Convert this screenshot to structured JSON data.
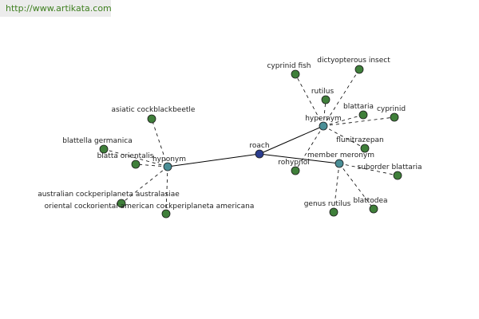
{
  "watermark": "http://www.artikata.com",
  "colors": {
    "center": "#2b3d8f",
    "relation": "#4a8e96",
    "leaf": "#3f7f3a",
    "node_stroke": "#1a1a1a",
    "edge": "#000000"
  },
  "graph": {
    "center": "roach",
    "relations": [
      "hyponym",
      "hypernym",
      "member meronym"
    ],
    "leaves": [
      "asiatic cockblackbeetle",
      "blattella germanica",
      "blatta orientalis",
      "australian cockperiplaneta australasiae",
      "oriental cockoriental american cockperiplaneta americana",
      "cyprinid fish",
      "dictyopterous insect",
      "rutilus",
      "blattaria",
      "cyprinid",
      "flunitrazepan",
      "rohypnol",
      "genus rutilus",
      "blattodea",
      "suborder blattaria"
    ]
  }
}
